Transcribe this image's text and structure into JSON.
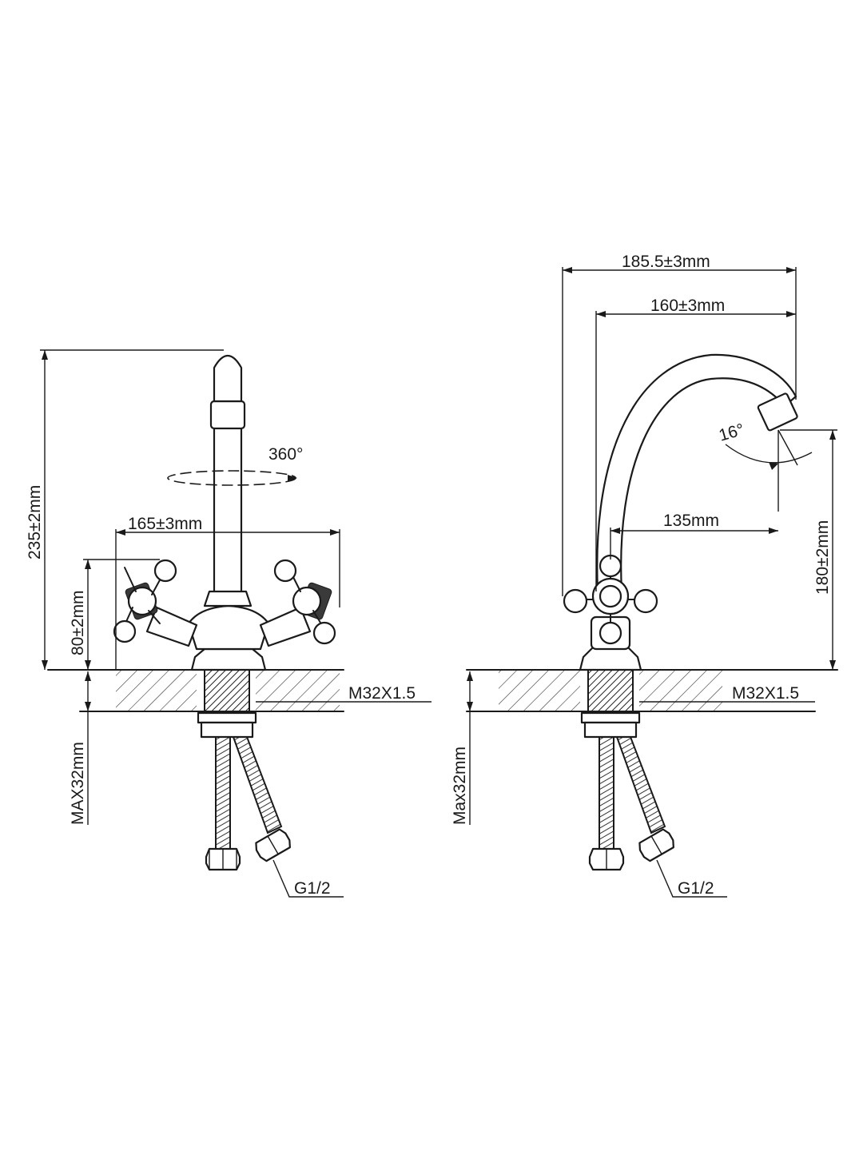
{
  "front_view": {
    "height_total": "235±2mm",
    "rotation": "360°",
    "handle_span": "165±3mm",
    "handle_height": "80±2mm",
    "thread": "M32X1.5",
    "max_thickness": "MAX32mm",
    "hose_connection": "G1/2"
  },
  "side_view": {
    "reach_total": "185.5±3mm",
    "reach_spout": "160±3mm",
    "angle": "16°",
    "reach_center": "135mm",
    "spout_height": "180±2mm",
    "thread": "M32X1.5",
    "max_thickness": "Max32mm",
    "hose_connection": "G1/2"
  }
}
